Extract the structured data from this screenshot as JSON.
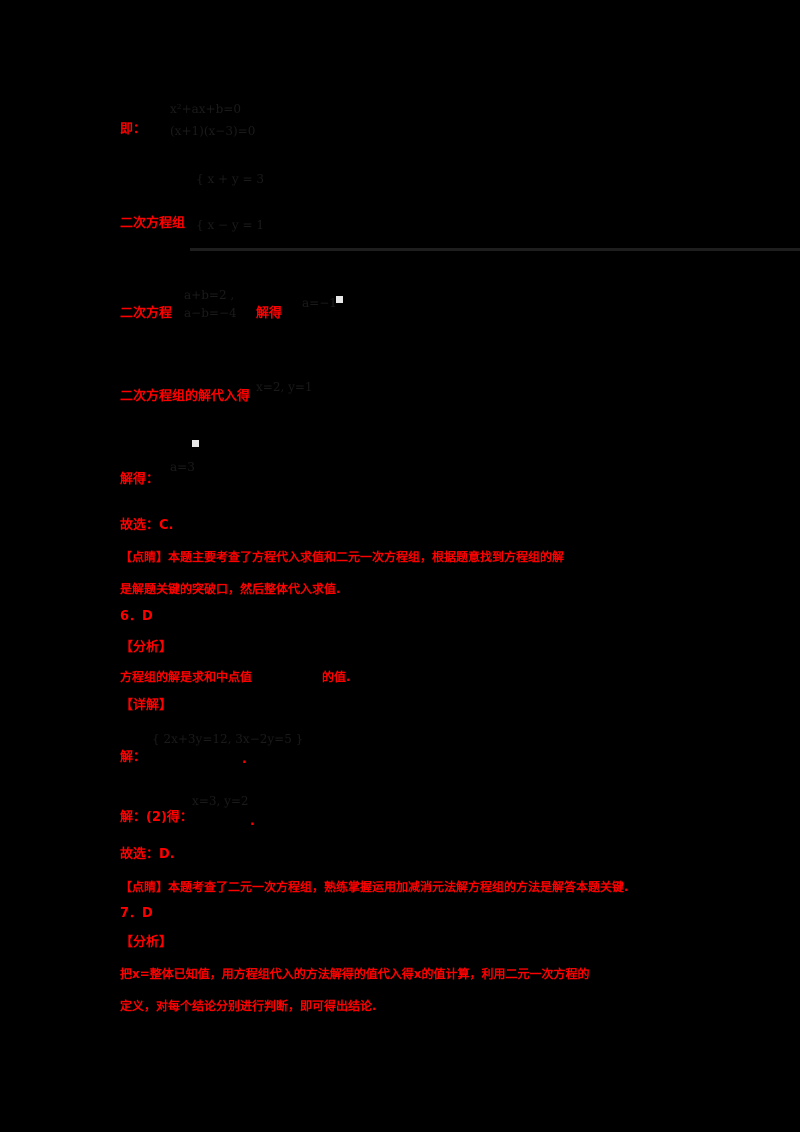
{
  "page": {
    "background": "#000000",
    "text_color": "#ff0000"
  },
  "blocks": {
    "b1_label": "即：",
    "b1_math_top": "x²+ax+b=0",
    "b1_math_bot": "(x+1)(x−3)=0",
    "b2_label": "二次方程组",
    "b2_math_top": "{ x + y = 3",
    "b2_math_bot": "{ x − y = 1",
    "b3_label": "二次方程",
    "b3_math_top": "a+b=2  ,",
    "b3_math_bot": "a−b=−4",
    "b3_mid_label": "解得",
    "b3_right": "a=−1",
    "b4_label": "二次方程组的解代入得",
    "b4_math": "x=2, y=1",
    "b5_label": "解得：",
    "b5_math": "a=3",
    "answer1": "故选：C.",
    "note1_line1": "【点睛】本题主要考查了方程代入求值和二元一次方程组，根据题意找到方程组的解",
    "note1_line2": "是解题关键的突破口，然后整体代入求值.",
    "q6": "6．D",
    "analysis1": "【分析】",
    "analysis1_text": "方程组的解是求和中点值",
    "analysis1_tail": "的值.",
    "detail1": "【详解】",
    "solve_label": "解：",
    "solve_math": "{ 2x+3y=12, 3x−2y=5 }",
    "sol_label": "解：(2)得：",
    "sol_math": "x=3, y=2",
    "answer2": "故选：D.",
    "note2": "【点睛】本题考查了二元一次方程组，熟练掌握运用加减消元法解方程组的方法是解答本题关键.",
    "q7": "7．D",
    "analysis2": "【分析】",
    "analysis2_line1": "把x=整体已知值，用方程组代入的方法解得的值代入得x的值计算，利用二元一次方程的",
    "analysis2_line2": "定义，对每个结论分别进行判断，即可得出结论."
  }
}
